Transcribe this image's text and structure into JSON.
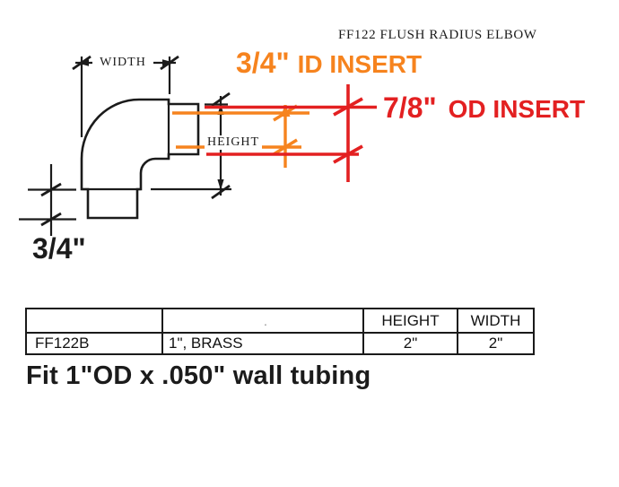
{
  "title": "FF122 FLUSH RADIUS ELBOW",
  "diagram": {
    "labels": {
      "width": "WIDTH",
      "height": "HEIGHT",
      "id_insert_size": "3/4\"",
      "id_insert_text": "ID INSERT",
      "od_insert_size": "7/8\"",
      "od_insert_text": "OD INSERT",
      "insert_length": "3/4\""
    },
    "colors": {
      "id_insert_accent": "#F6831E",
      "od_insert_accent": "#E32021",
      "outline": "#1B1B1B"
    }
  },
  "spec_table": {
    "headers": {
      "col3": "HEIGHT",
      "col4": "WIDTH"
    },
    "row": {
      "model": "FF122B",
      "material": "1\", BRASS",
      "height": "2\"",
      "width": "2\""
    },
    "stray_mark": "."
  },
  "note": "Fit 1\"OD x .050\" wall tubing"
}
